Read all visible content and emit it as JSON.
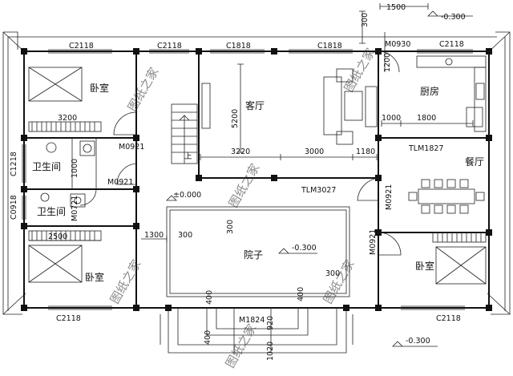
{
  "rooms": {
    "bedroom_tl": "卧室",
    "bath_upper": "卫生间",
    "bath_lower": "卫生间",
    "bedroom_bl": "卧室",
    "living": "客厅",
    "courtyard": "院子",
    "kitchen": "厨房",
    "dining": "餐厅",
    "bedroom_br": "卧室"
  },
  "windows": {
    "c2118_top_left": "C2118",
    "c2118_top_mid": "C2118",
    "c1818_top_a": "C1818",
    "c1818_top_b": "C1818",
    "c2118_top_right": "C2118",
    "c2118_bottom_left": "C2118",
    "c2118_bottom_right": "C2118",
    "c1218_left": "C1218",
    "c0918_left": "C0918"
  },
  "doors": {
    "m0930": "M0930",
    "m0921_bed": "M0921",
    "m0921_bath": "M0921",
    "m0721": "M0721",
    "m0921_dining": "M0921",
    "m0921_bed_br": "M0921",
    "tlm1827": "TLM1827",
    "tlm3027": "TLM3027",
    "m1824": "M1824"
  },
  "dimensions": {
    "d1500": "1500",
    "d300_top": "300",
    "d1200": "1200",
    "d5200": "5200",
    "d3200": "3200",
    "d1000_k": "1000",
    "d1800": "1800",
    "d3220": "3220",
    "d3000": "3000",
    "d1180": "1180",
    "d1000_bath": "1000",
    "d2500": "2500",
    "d1300": "1300",
    "d300_a": "300",
    "d300_b": "300",
    "d300_c": "300",
    "d400_a": "400",
    "d400_b": "400",
    "d920": "920",
    "d1020": "1020",
    "d400_c": "400"
  },
  "elevations": {
    "top_right": "-0.300",
    "ground": "±0.000",
    "courtyard": "-0.300",
    "bottom_right": "-0.300"
  },
  "stair_up": "上",
  "watermark": "图纸之家"
}
